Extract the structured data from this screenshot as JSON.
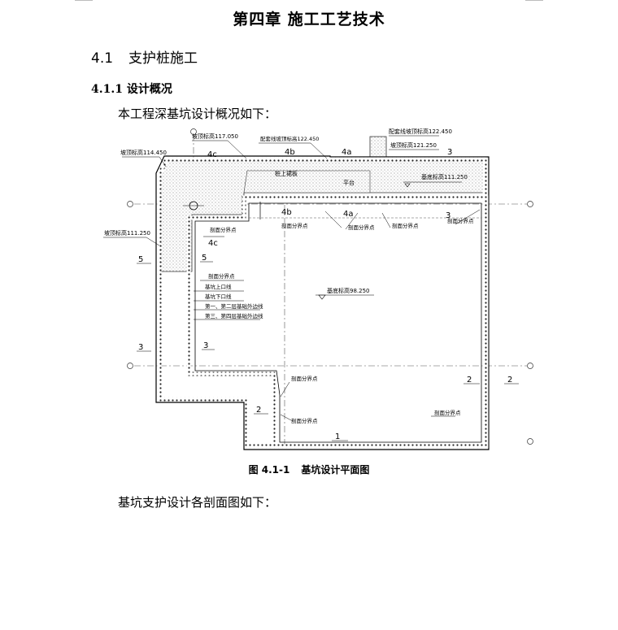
{
  "chapter_title": "第四章  施工工艺技术",
  "section": {
    "number": "4.1",
    "title": "支护桩施工"
  },
  "subsection": {
    "title": "4.1.1 设计概况"
  },
  "intro_text": "本工程深基坑设计概况如下：",
  "figure": {
    "caption_number": "图 4.1-1",
    "caption_title": "基坑设计平面图",
    "elevation_labels": {
      "top_center": "坡顶标高117.050",
      "top_left": "坡顶标高114.450",
      "top_right_1": "配套线坡顶标高122.450",
      "top_right_2": "坡顶标高121.250",
      "right_inner": "基底标高111.250",
      "left_outer": "坡顶标高111.250",
      "pit_bottom": "基底标高98.250"
    },
    "inner_labels": {
      "pile_top": "桩上裙板",
      "platform": "平台"
    },
    "section_marks": [
      "4c",
      "4b",
      "4a",
      "3",
      "4b",
      "4a",
      "3",
      "4c",
      "5",
      "5",
      "3",
      "3",
      "2",
      "2",
      "2",
      "1"
    ],
    "boundary_labels": [
      "剖面分界点",
      "剖面分界点",
      "剖面分界点",
      "剖面分界点",
      "剖面分界点",
      "剖面分界点",
      "剖面分界点",
      "剖面分界点"
    ],
    "legend_lines": [
      "基坑上口线",
      "基坑下口线",
      "第一、第二层基础外边线",
      "第三、第四层基础外边线"
    ]
  },
  "outro_text": "基坑支护设计各剖面图如下："
}
